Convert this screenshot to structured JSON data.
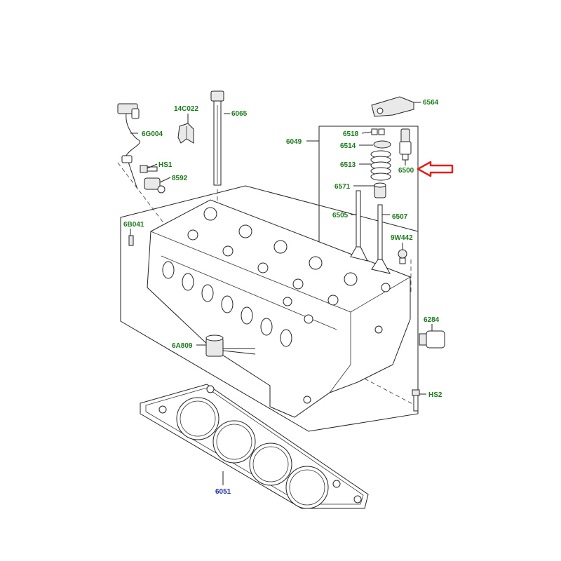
{
  "labels": {
    "p14C022": "14C022",
    "p6065": "6065",
    "p6G004": "6G004",
    "pHS1": "HS1",
    "p8592": "8592",
    "p6049": "6049",
    "p6518": "6518",
    "p6514": "6514",
    "p6513": "6513",
    "p6571": "6571",
    "p6505": "6505",
    "p6507": "6507",
    "p6564": "6564",
    "p6500": "6500",
    "p6B041": "6B041",
    "p9W442": "9W442",
    "p6284": "6284",
    "p6A809": "6A809",
    "pHS2": "HS2",
    "p6051": "6051"
  },
  "colors": {
    "label_green": "#1a7a1a",
    "label_blue": "#1a2ea0",
    "highlight_arrow": "#e0201a"
  }
}
